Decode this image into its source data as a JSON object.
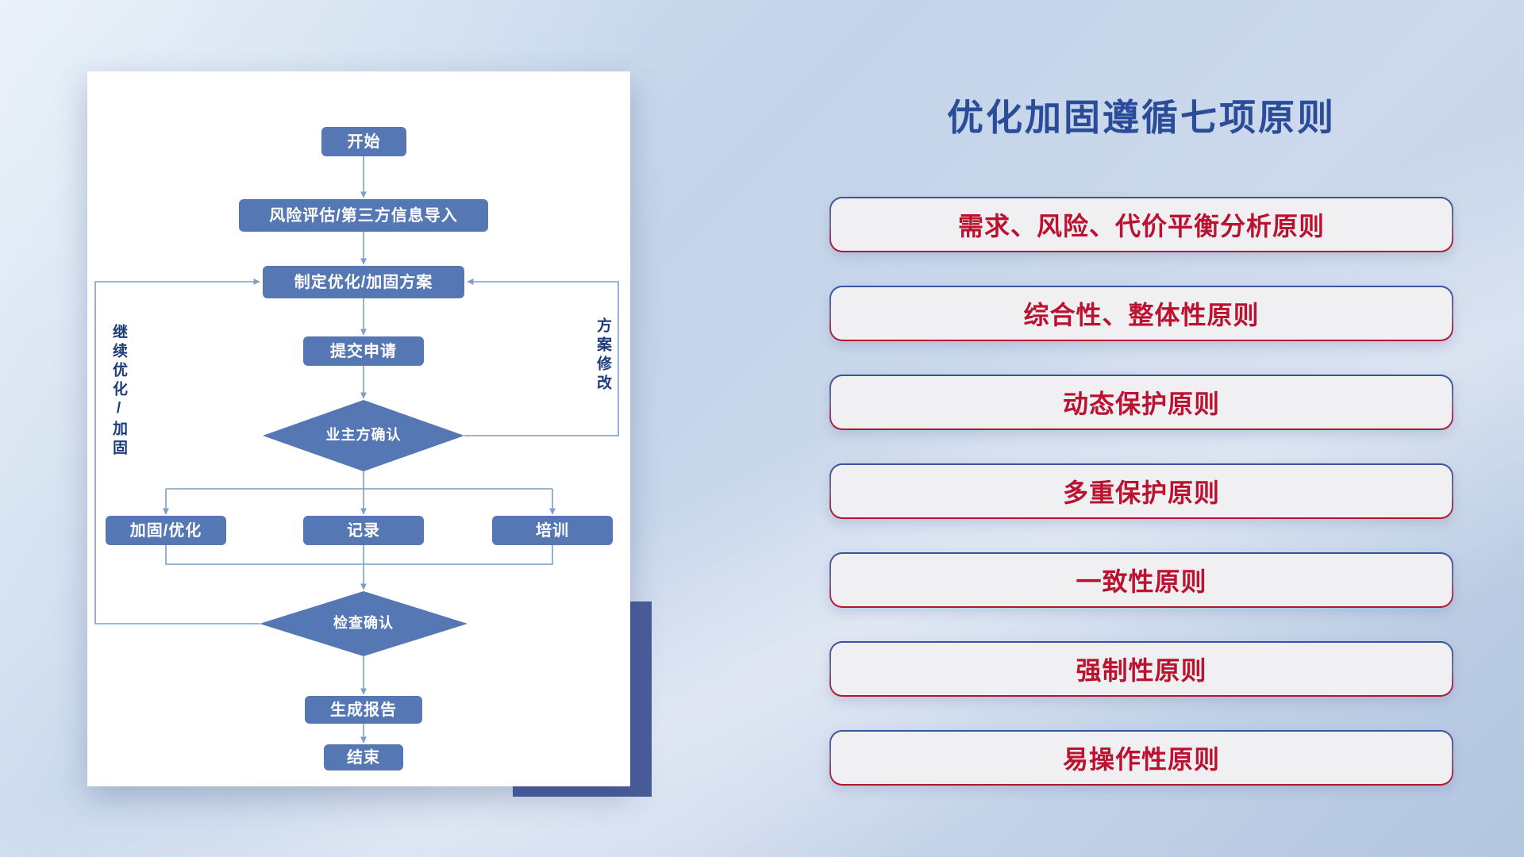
{
  "slide": {
    "title": "优化加固遵循七项原则"
  },
  "flowchart": {
    "nodes": {
      "start": "开始",
      "risk_import": "风险评估/第三方信息导入",
      "make_plan": "制定优化/加固方案",
      "submit": "提交申请",
      "owner_confirm": "业主方确认",
      "reinforce": "加固/优化",
      "record": "记录",
      "train": "培训",
      "check_confirm": "检查确认",
      "report": "生成报告",
      "end": "结束"
    },
    "edge_labels": {
      "continue_optimize": "继续优化/加固",
      "plan_revise": "方案修改"
    }
  },
  "principles": [
    "需求、风险、代价平衡分析原则",
    "综合性、整体性原则",
    "动态保护原则",
    "多重保护原则",
    "一致性原则",
    "强制性原则",
    "易操作性原则"
  ],
  "colors": {
    "node_fill": "#5577b4",
    "connector": "#7f9dc9",
    "title_text": "#2b4c99",
    "principle_text": "#bb1230",
    "accent_rect": "#4a5c9b",
    "border_top": "#35539e",
    "border_bottom": "#b5122f"
  }
}
